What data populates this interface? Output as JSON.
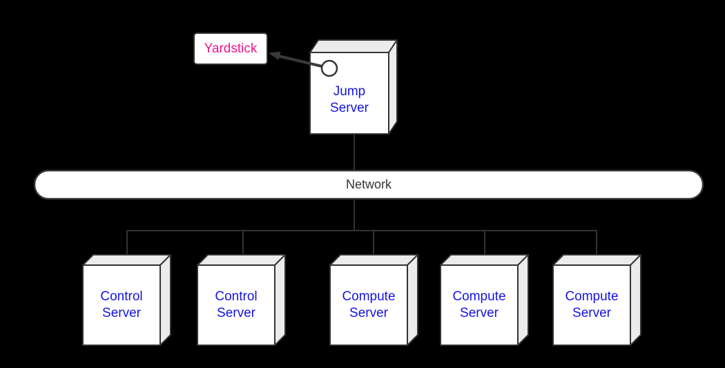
{
  "diagram": {
    "yardstick": {
      "label": "Yardstick"
    },
    "jump_server": {
      "line1": "Jump",
      "line2": "Server"
    },
    "network": {
      "label": "Network"
    },
    "servers": [
      {
        "line1": "Control",
        "line2": "Server"
      },
      {
        "line1": "Control",
        "line2": "Server"
      },
      {
        "line1": "Compute",
        "line2": "Server"
      },
      {
        "line1": "Compute",
        "line2": "Server"
      },
      {
        "line1": "Compute",
        "line2": "Server"
      }
    ],
    "colors": {
      "background": "#000000",
      "node_front": "#FFFFFF",
      "node_side": "#EBEBEB",
      "stroke": "#333333",
      "yardstick_text": "#F0148C",
      "server_text": "#1414E0",
      "network_text": "#333333"
    }
  }
}
